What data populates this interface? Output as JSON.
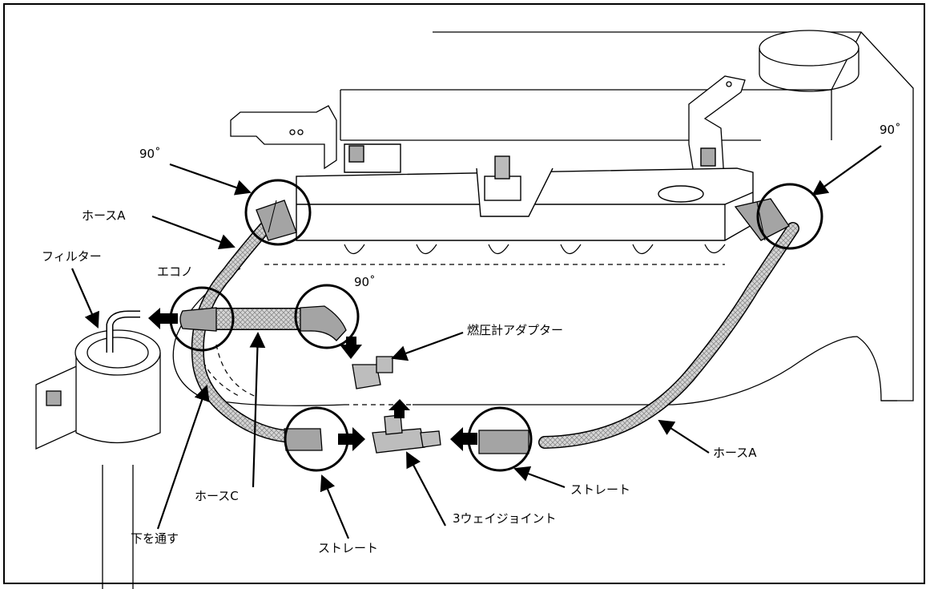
{
  "labels": {
    "deg_top_left": "90˚",
    "deg_top_right": "90˚",
    "deg_center": "90˚",
    "hose_a_left": "ホースA",
    "hose_a_right": "ホースA",
    "filter": "フィルター",
    "econo": "エコノ",
    "gauge_adapter": "燃圧計アダプター",
    "hose_c": "ホースC",
    "pass_under": "下を通す",
    "straight_left": "ストレート",
    "straight_right": "ストレート",
    "three_way": "3ウェイジョイント"
  },
  "colors": {
    "line": "#000000",
    "hose_fill": "#cfcfcf",
    "fitting_fill": "#9a9a9a",
    "background": "#ffffff"
  }
}
